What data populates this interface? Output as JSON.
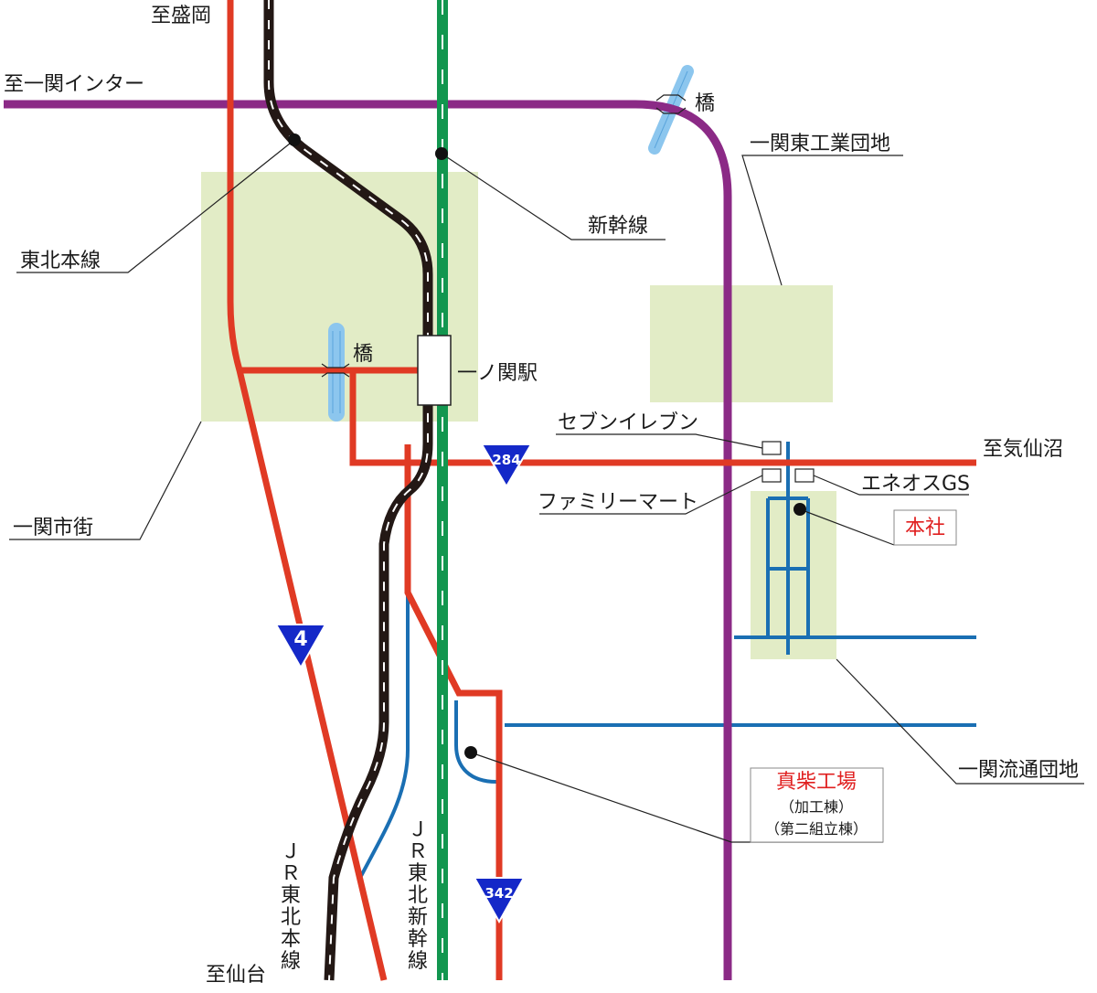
{
  "directions": {
    "morioka": "至盛岡",
    "ichinoseki_ic": "至一関インター",
    "kesennuma": "至気仙沼",
    "sendai": "至仙台"
  },
  "labels": {
    "tohoku_line": "東北本線",
    "shinkansen": "新幹線",
    "ichinoseki_station": "一ノ関駅",
    "ichinoseki_city": "一関市街",
    "higashi_industrial": "一関東工業団地",
    "ryutsu_industrial": "一関流通団地",
    "bridge_1": "橋",
    "bridge_2": "橋",
    "seven_eleven": "セブンイレブン",
    "family_mart": "ファミリーマート",
    "eneos": "エネオスGS",
    "head_office": "本社",
    "mashiba_factory": "真柴工場",
    "mashiba_sub1": "（加工棟）",
    "mashiba_sub2": "（第二組立棟）",
    "jr_tohoku_vertical": [
      "Ｊ",
      "Ｒ",
      "東",
      "北",
      "本",
      "線"
    ],
    "jr_shinkansen_vertical": [
      "Ｊ",
      "Ｒ",
      "東",
      "北",
      "新",
      "幹",
      "線"
    ]
  },
  "route_shields": {
    "r4": "4",
    "r284": "284",
    "r342": "342"
  },
  "colors": {
    "national_road": "#e03a24",
    "bypass": "#8b2a86",
    "shinkansen": "#12964f",
    "jr_line": "#231815",
    "local_road": "#1a6fb3",
    "area_fill": "#e2ecc6",
    "river": "#8cc6ee",
    "shield": "#1428c8",
    "highlight_text": "#e02020"
  }
}
